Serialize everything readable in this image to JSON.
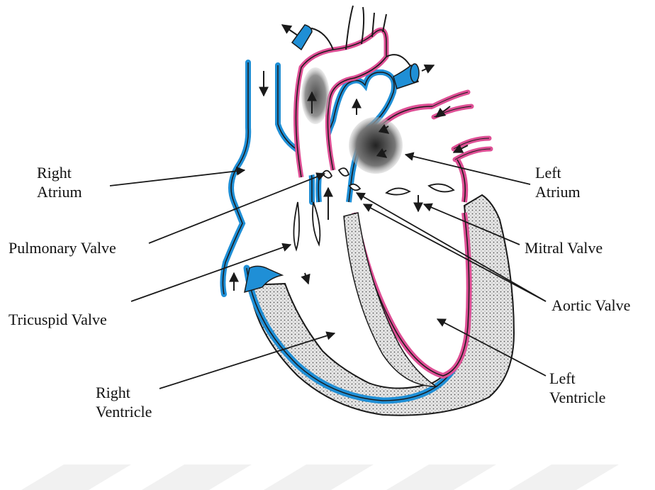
{
  "labels": {
    "right_atrium": [
      "Right",
      "Atrium"
    ],
    "pulmonary_valve": [
      "Pulmonary Valve"
    ],
    "tricuspid_valve": [
      "Tricuspid Valve"
    ],
    "right_ventricle": [
      "Right",
      "Ventricle"
    ],
    "left_atrium": [
      "Left",
      "Atrium"
    ],
    "mitral_valve": [
      "Mitral Valve"
    ],
    "aortic_valve": [
      "Aortic Valve"
    ],
    "left_ventricle": [
      "Left",
      "Ventricle"
    ]
  },
  "colors": {
    "deoxygenated_blue": "#1f8fd6",
    "oxygenated_pink": "#de4f95",
    "outline": "#1a1a1a",
    "muscle_fill": "#d9d9d9",
    "watermark": "#f0f0f0"
  },
  "icons": {
    "flow_arrows": "arrow-icon"
  }
}
